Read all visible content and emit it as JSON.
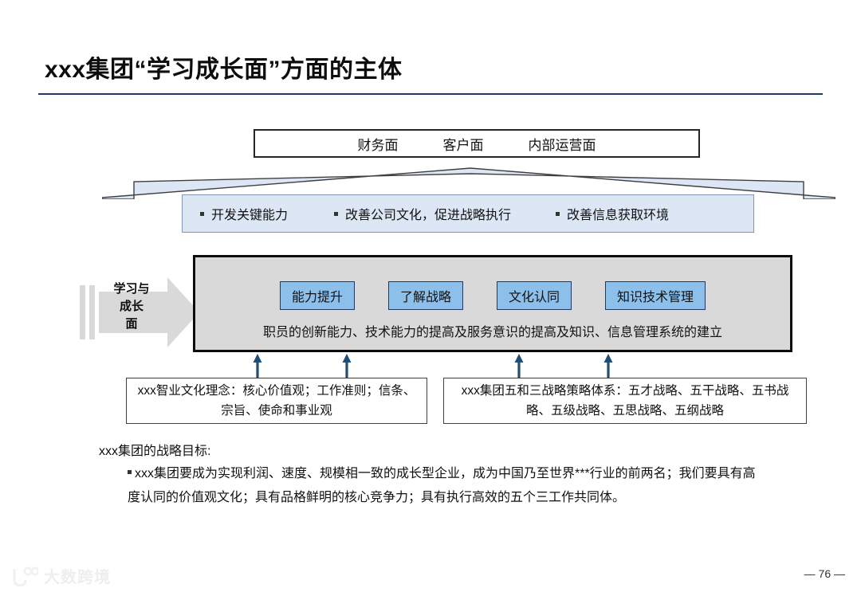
{
  "slide": {
    "title": "xxx集团“学习成长面”方面的主体",
    "page_number": "— 76 —",
    "watermark": "大数跨境"
  },
  "colors": {
    "title_rule": "#1f3864",
    "band_fill": "#dce6f5",
    "band_border": "#8497b0",
    "main_fill": "#d9d9d9",
    "main_border": "#0d0d0d",
    "cap_fill": "#8cc0ea",
    "cap_border": "#1f3864",
    "arrow_navy": "#1f4e79",
    "left_arrow_fill": "#d9d9d9"
  },
  "top_box": {
    "perspectives": [
      {
        "label": "财务面"
      },
      {
        "label": "客户面"
      },
      {
        "label": "内部运营面"
      }
    ]
  },
  "bullet_band": {
    "items": [
      {
        "label": "开发关键能力"
      },
      {
        "label": "改善公司文化，促进战略执行"
      },
      {
        "label": "改善信息获取环境"
      }
    ]
  },
  "left_arrow": {
    "label": "学习与\n成长\n面",
    "line1": "学习与",
    "line2": "成长",
    "line3": "面"
  },
  "main_box": {
    "capabilities": [
      {
        "label": "能力提升"
      },
      {
        "label": "了解战略"
      },
      {
        "label": "文化认同"
      },
      {
        "label": "知识技术管理"
      }
    ],
    "caption": "职员的创新能力、技术能力的提高及服务意识的提高及知识、信息管理系统的建立"
  },
  "sources": {
    "left": "xxx智业文化理念：核心价值观；工作准则；信条、宗旨、使命和事业观",
    "right": "xxx集团五和三战略策略体系：五才战略、五干战略、五书战略、五级战略、五思战略、五纲战略"
  },
  "goal": {
    "title": "xxx集团的战略目标:",
    "body": "xxx集团要成为实现利润、速度、规模相一致的成长型企业，成为中国乃至世界***行业的前两名；我们要具有高度认同的价值观文化；具有品格鲜明的核心竞争力；具有执行高效的五个三工作共同体。"
  }
}
